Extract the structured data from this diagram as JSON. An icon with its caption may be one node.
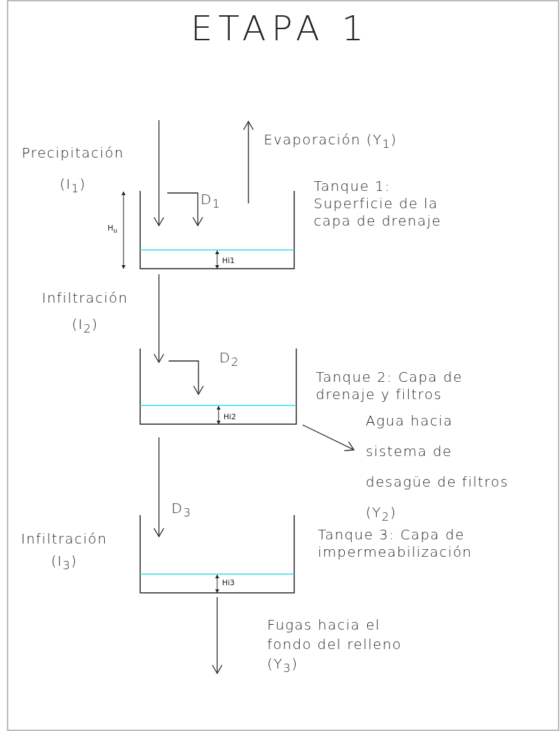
{
  "diagram": {
    "title": "ETAPA 1",
    "nodes": [
      {
        "text": [],
        "shape": "tank",
        "beside": [
          "Tanque 1: Superficie de la capa de drenaje"
        ]
      },
      {
        "text": [],
        "shape": "tank",
        "beside": [
          "Tanque 2: Capa de drenaje y filtros"
        ]
      },
      {
        "text": [],
        "shape": "tank",
        "beside": [
          "Tanque 3: Capa de impermeabilización"
        ]
      }
    ],
    "edges": [
      {
        "from": null,
        "to": 0,
        "arrow": "to",
        "label": "Precipitación (I$_{1}$)"
      },
      {
        "from": null,
        "to": 0,
        "arrow": "to",
        "label": "D$_{1}$"
      },
      {
        "from": 0,
        "to": null,
        "arrow": "to",
        "label": "Evaporación (Y$_{1}$)"
      },
      {
        "from": 0,
        "to": 1,
        "arrow": "to",
        "label": "Infiltración (I$_{2}$)"
      },
      {
        "from": null,
        "to": 1,
        "arrow": "to",
        "label": "D$_{2}$"
      },
      {
        "from": 1,
        "to": null,
        "arrow": "to",
        "label": "Agua hacia sistema de desagüe de filtros (Y$_{2}$)"
      },
      {
        "from": 1,
        "to": 2,
        "arrow": "to",
        "label": "Infiltración (I$_{3}$)"
      },
      {
        "from": 2,
        "to": null,
        "arrow": "to",
        "label": "Fugas hacia el fondo del relleno (Y$_{3}$)"
      }
    ],
    "labels": [
      "H$_{u}$",
      "Hi1",
      "Hi2",
      "D$_{3}$",
      "Hi3"
    ]
  }
}
